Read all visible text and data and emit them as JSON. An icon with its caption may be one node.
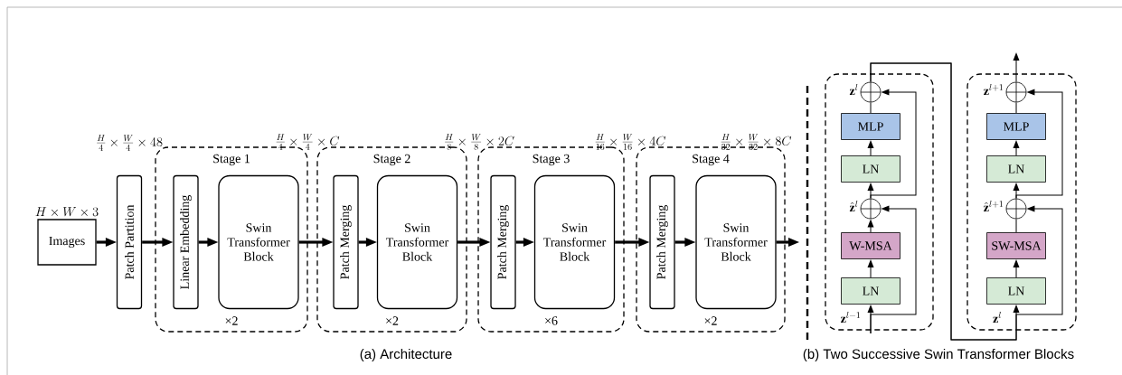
{
  "diagram": {
    "nodes": [
      {
        "text": [
          "Images"
        ],
        "beside": [
          "H\\times W\\times 3"
        ]
      },
      {
        "text": [
          "Patch Partition"
        ]
      },
      {
        "text": [
          "Stage 1",
          "×2"
        ]
      },
      {
        "text": [
          "Linear Embedding"
        ],
        "in": 2
      },
      {
        "text": [
          "Swin Transformer Block"
        ],
        "in": 2
      },
      {
        "text": [
          "Stage 2",
          "×2"
        ]
      },
      {
        "text": [
          "Patch Merging"
        ],
        "in": 5
      },
      {
        "text": [
          "Swin Transformer Block"
        ],
        "in": 5
      },
      {
        "text": [
          "Stage 3",
          "×6"
        ]
      },
      {
        "text": [
          "Patch Merging"
        ],
        "in": 8
      },
      {
        "text": [
          "Swin Transformer Block"
        ],
        "in": 8
      },
      {
        "text": [
          "Stage 4",
          "×2"
        ]
      },
      {
        "text": [
          "Patch Merging"
        ],
        "in": 11
      },
      {
        "text": [
          "Swin Transformer Block"
        ],
        "in": 11
      },
      {
        "text": [],
        "shape": "box"
      },
      {
        "text": [],
        "shape": "circle",
        "beside": [
          "\\mathbf{z}^{l}"
        ],
        "in": 14
      },
      {
        "text": [
          "MLP"
        ],
        "in": 14
      },
      {
        "text": [
          "LN"
        ],
        "in": 14
      },
      {
        "text": [],
        "shape": "circle",
        "beside": [
          "\\hat{\\mathbf{z}}^{l}"
        ],
        "in": 14
      },
      {
        "text": [
          "W-MSA"
        ],
        "in": 14
      },
      {
        "text": [
          "LN"
        ],
        "in": 14
      },
      {
        "text": [],
        "shape": "box"
      },
      {
        "text": [],
        "shape": "circle",
        "beside": [
          "\\mathbf{z}^{l+1}"
        ],
        "in": 21
      },
      {
        "text": [
          "MLP"
        ],
        "in": 21
      },
      {
        "text": [
          "LN"
        ],
        "in": 21
      },
      {
        "text": [],
        "shape": "circle",
        "beside": [
          "\\hat{\\mathbf{z}}^{l+1}"
        ],
        "in": 21
      },
      {
        "text": [
          "SW-MSA"
        ],
        "in": 21
      },
      {
        "text": [
          "LN"
        ],
        "in": 21
      }
    ],
    "edges": [
      {
        "from": 0,
        "to": 1,
        "arrow": "to",
        "style": "thick"
      },
      {
        "from": 1,
        "to": 3,
        "arrow": "to",
        "style": "thick"
      },
      {
        "from": 3,
        "to": 4,
        "arrow": "to",
        "style": "thick"
      },
      {
        "from": 4,
        "to": 6,
        "arrow": "to",
        "style": "thick"
      },
      {
        "from": 6,
        "to": 7,
        "arrow": "to",
        "style": "thick"
      },
      {
        "from": 7,
        "to": 9,
        "arrow": "to",
        "style": "thick"
      },
      {
        "from": 9,
        "to": 10,
        "arrow": "to",
        "style": "thick"
      },
      {
        "from": 10,
        "to": 12,
        "arrow": "to",
        "style": "thick"
      },
      {
        "from": 12,
        "to": 13,
        "arrow": "to",
        "style": "thick"
      },
      {
        "from": 13,
        "to": null,
        "arrow": "to",
        "style": "thick"
      },
      {
        "from": null,
        "to": 20,
        "arrow": "to",
        "label": "\\mathbf{z}^{l-1}"
      },
      {
        "from": null,
        "to": 18,
        "arrow": "to"
      },
      {
        "from": 20,
        "to": 19,
        "arrow": "to"
      },
      {
        "from": 19,
        "to": 18,
        "arrow": "to"
      },
      {
        "from": 18,
        "to": 17,
        "arrow": "to"
      },
      {
        "from": 17,
        "to": 16,
        "arrow": "to"
      },
      {
        "from": 16,
        "to": 15,
        "arrow": "none"
      },
      {
        "from": 18,
        "to": 15,
        "arrow": "to"
      },
      {
        "from": 15,
        "to": 27,
        "arrow": "to",
        "label": "\\mathbf{z}^{l}"
      },
      {
        "from": 15,
        "to": 25,
        "arrow": "to"
      },
      {
        "from": 27,
        "to": 26,
        "arrow": "to"
      },
      {
        "from": 26,
        "to": 25,
        "arrow": "none"
      },
      {
        "from": 25,
        "to": 24,
        "arrow": "to"
      },
      {
        "from": 24,
        "to": 23,
        "arrow": "to"
      },
      {
        "from": 23,
        "to": 22,
        "arrow": "none"
      },
      {
        "from": 25,
        "to": 22,
        "arrow": "to"
      },
      {
        "from": 22,
        "to": null,
        "arrow": "to"
      }
    ],
    "labels": [
      "\\frac{H}{4}\\times\\frac{W}{4}\\times 48",
      "\\frac{H}{4}\\times\\frac{W}{4}\\times C",
      "\\frac{H}{8}\\times\\frac{W}{8}\\times 2C",
      "\\frac{H}{16}\\times\\frac{W}{16}\\times 4C",
      "\\frac{H}{32}\\times\\frac{W}{32}\\times 8C",
      "(a) Architecture",
      "(b) Two Successive Swin Transformer Blocks"
    ]
  }
}
